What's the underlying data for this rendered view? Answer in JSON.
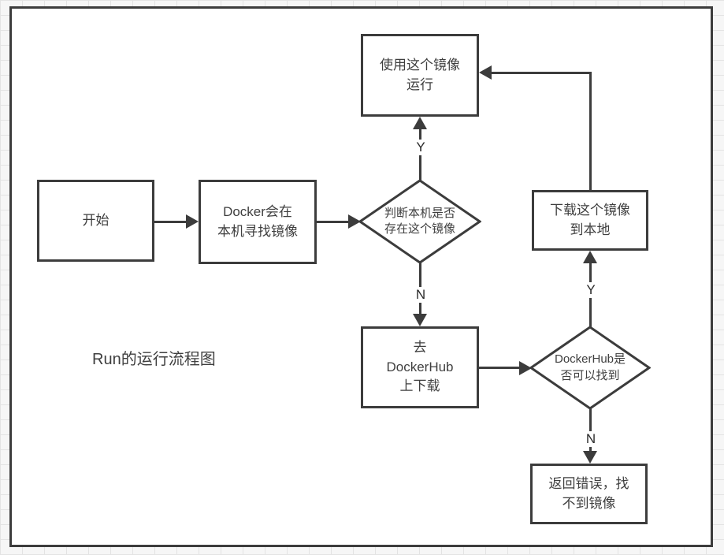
{
  "colors": {
    "shape_stroke": "#3c3c3c",
    "shape_fill": "#ffffff",
    "text": "#3f3f3f",
    "grid_line": "#e3e3e3",
    "grid_bg": "#f6f6f6"
  },
  "diagram": {
    "caption": "Run的运行流程图",
    "nodes": {
      "start": {
        "type": "process",
        "label": "开始"
      },
      "search_local": {
        "type": "process",
        "label": "Docker会在\n本机寻找镜像"
      },
      "check_local": {
        "type": "decision",
        "label": "判断本机是否\n存在这个镜像"
      },
      "use_image": {
        "type": "process",
        "label": "使用这个镜像\n运行"
      },
      "go_dockerhub": {
        "type": "process",
        "label": "去\nDockerHub\n上下载"
      },
      "check_dockerhub": {
        "type": "decision",
        "label": "DockerHub是\n否可以找到"
      },
      "download_image": {
        "type": "process",
        "label": "下载这个镜像\n到本地"
      },
      "return_error": {
        "type": "process",
        "label": "返回错误，找\n不到镜像"
      }
    },
    "edge_labels": {
      "check_local_yes": "Y",
      "check_local_no": "N",
      "check_dockerhub_yes": "Y",
      "check_dockerhub_no": "N"
    }
  }
}
